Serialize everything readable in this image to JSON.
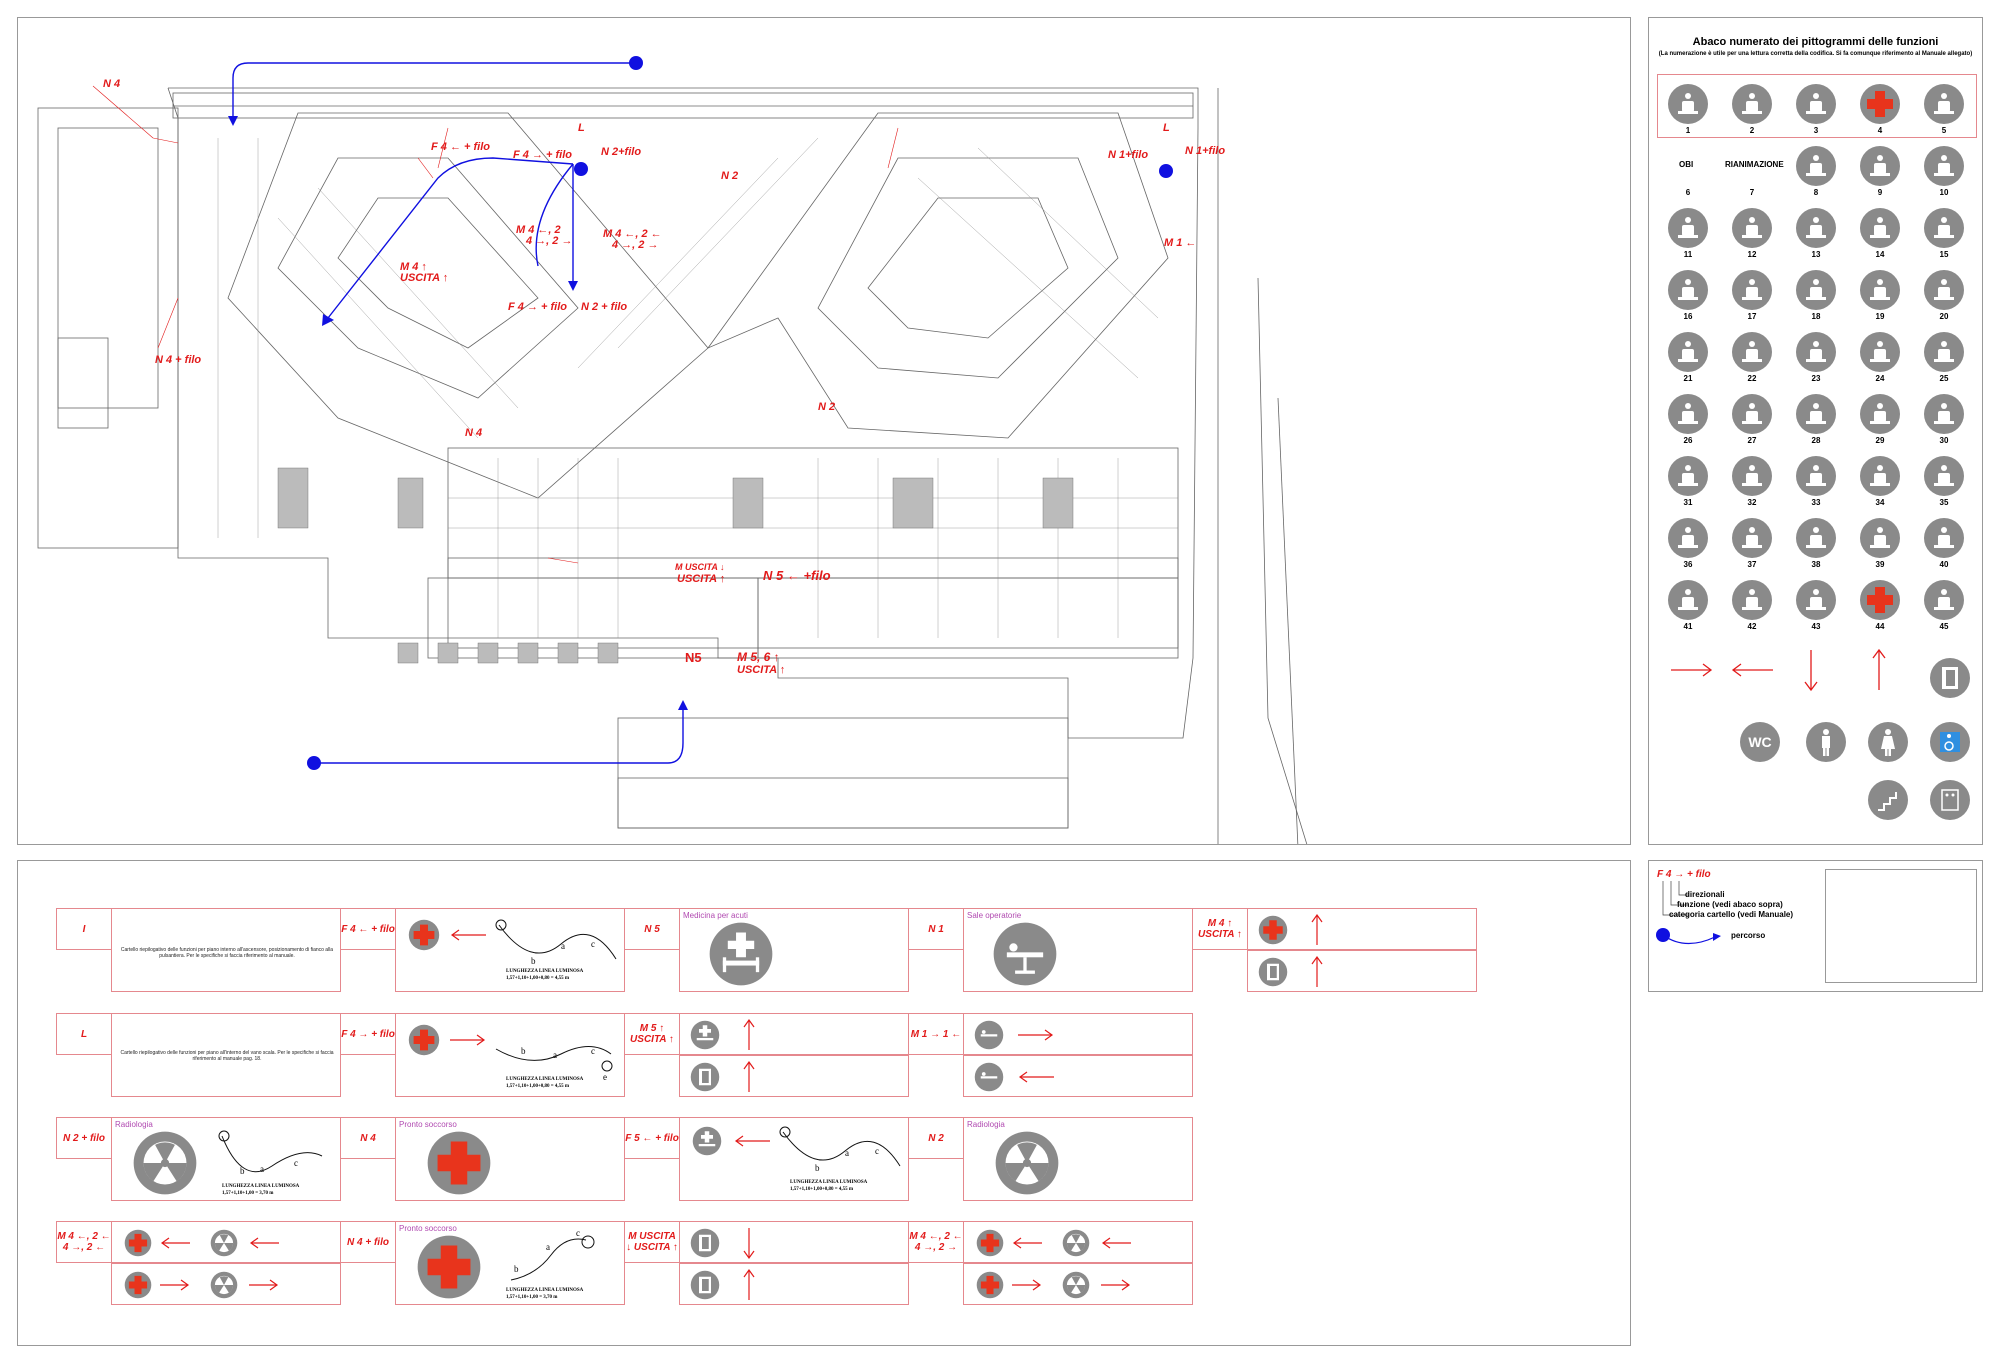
{
  "legend": {
    "title": "Abaco numerato dei pittogrammi delle funzioni",
    "subtitle": "(La numerazione è utile per una lettura corretta della codifica. Si fa comunque riferimento al Manuale allegato)",
    "numbers": [
      "1",
      "2",
      "3",
      "4",
      "5",
      "6",
      "7",
      "8",
      "9",
      "10",
      "11",
      "12",
      "13",
      "14",
      "15",
      "16",
      "17",
      "18",
      "19",
      "20",
      "21",
      "22",
      "23",
      "24",
      "25",
      "26",
      "27",
      "28",
      "29",
      "30",
      "31",
      "32",
      "33",
      "34",
      "35",
      "36",
      "37",
      "38",
      "39",
      "40",
      "41",
      "42",
      "43",
      "44",
      "45"
    ],
    "obi": "OBI",
    "rianimazione": "RIANIMAZIONE",
    "wc": "WC"
  },
  "plan_labels": {
    "n4_top": "N 4",
    "f4_left_filo": "F 4 ← + filo",
    "f4_right_filo": "F 4 → + filo",
    "l1": "L",
    "n2_filo": "N 2+filo",
    "n2_a": "N 2",
    "m4_group_a1": "M 4 ←, 2",
    "m4_group_a2": "4 →, 2 →",
    "m4_group_b1": "M 4 ←, 2 ←",
    "m4_group_b2": "4 →, 2 →",
    "m4_uscita": "M 4 ↑",
    "uscita": "USCITA ↑",
    "f4_filo": "F 4 → + filo",
    "n2_plus_filo": "N 2 + filo",
    "n4_filo": "N 4 + filo",
    "n4_mid": "N 4",
    "n2_mid": "N 2",
    "l2": "L",
    "n1_filo_a": "N 1+filo",
    "n1_filo_b": "N 1+filo",
    "m1": "M 1 ←",
    "m_uscita": "M  USCITA ↓",
    "uscita2": "USCITA ↑",
    "n5_filo": "N 5 ← +filo",
    "n5": "N5",
    "m56": "M 5, 6 ↑",
    "uscita3": "USCITA ↑"
  },
  "signs": {
    "row1": {
      "i_code": "I",
      "i_text": "Cartello riepilogativo delle funzioni per piano interno all'ascensore, posizionamento di fianco alla pulsantiera. Per le specifiche si faccia riferimento al manuale.",
      "f4l_code": "F 4 ← + filo",
      "f4l_cap1": "LUNGHEZZA LINEA LUMINOSA",
      "f4l_cap2": "1,57+1,10+1,00+0,80 = 4,55 m",
      "n5_code": "N 5",
      "n5_title": "Medicina per acuti",
      "n1_code": "N 1",
      "n1_title": "Sale operatorie",
      "m4_code": "M 4 ↑ USCITA ↑"
    },
    "row2": {
      "l_code": "L",
      "l_text": "Cartello riepilogativo delle funzioni per piano all'interno del vano scala. Per le specifiche si faccia riferimento al manuale pag. 18.",
      "f4r_code": "F 4 → + filo",
      "f4r_cap1": "LUNGHEZZA LINEA LUMINOSA",
      "f4r_cap2": "1,57+1,10+1,00+0,80 = 4,55 m",
      "m5_code": "M 5 ↑ USCITA ↑",
      "m1_code": "M 1 → 1 ←"
    },
    "row3": {
      "n2f_code": "N 2 + filo",
      "n2f_title": "Radiologia",
      "n2f_cap1": "LUNGHEZZA LINEA LUMINOSA",
      "n2f_cap2": "1,57+1,10+1,00 = 3,70 m",
      "n4_code": "N 4",
      "n4_title": "Pronto soccorso",
      "f5_code": "F 5 ← + filo",
      "f5_cap1": "LUNGHEZZA LINEA LUMINOSA",
      "f5_cap2": "1,57+1,10+1,00+0,80 = 4,55 m",
      "n2_code": "N 2",
      "n2_title": "Radiologia"
    },
    "row4": {
      "m4a_code": "M 4 ←, 2 ← 4 →, 2 ←",
      "n4f_code": "N 4 + filo",
      "n4f_title": "Pronto soccorso",
      "n4f_cap1": "LUNGHEZZA LINEA LUMINOSA",
      "n4f_cap2": "1,57+1,10+1,00 = 3,70 m",
      "mu_code": "M  USCITA ↓ USCITA ↑",
      "m4b_code": "M 4 ←, 2 ← 4 →, 2 →"
    }
  },
  "key": {
    "sample_code": "F 4 → + filo",
    "line1": "direzionali",
    "line2": "funzione (vedi abaco sopra)",
    "line3": "categoria cartello (vedi Manuale)",
    "percorso": "percorso"
  },
  "colors": {
    "red": "#e21b1b",
    "gray": "#8a8a8a",
    "blue": "#1010e0",
    "pink": "#e5888e"
  }
}
